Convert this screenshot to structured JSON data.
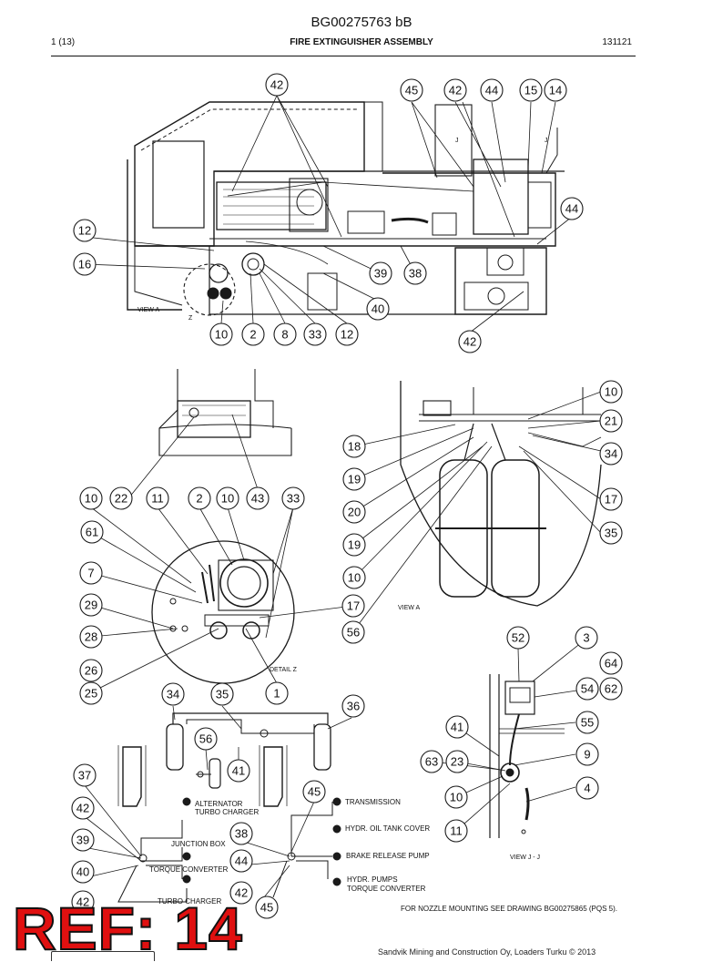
{
  "header": {
    "document_number": "BG00275763 bB",
    "page": "1 (13)",
    "title": "FIRE EXTINGUISHER ASSEMBLY",
    "date_code": "131121"
  },
  "view_labels": {
    "view_a_top": "VIEW A",
    "z": "Z",
    "j_left": "J",
    "j_right": "J",
    "view_a_bottom": "VIEW A",
    "detail_z": "DETAIL Z",
    "view_j": "VIEW J - J"
  },
  "schematic_labels": {
    "alternator": "ALTERNATOR",
    "turbo_charger_1": "TURBO CHARGER",
    "junction_box": "JUNCTION BOX",
    "torque_converter_1": "TORQUE CONVERTER",
    "turbo_charger_2": "TURBO CHARGER",
    "transmission": "TRANSMISSION",
    "hydr_oil_tank_cover": "HYDR. OIL TANK COVER",
    "brake_release_pump": "BRAKE RELEASE PUMP",
    "hydr_pumps": "HYDR. PUMPS",
    "torque_converter_2": "TORQUE CONVERTER"
  },
  "nozzle_note": "FOR NOZZLE MOUNTING SEE DRAWING BG00275865 (PQS 5).",
  "ref_banner": "REF: 14",
  "footer_text": "Sandvik Mining and Construction Oy, Loaders Turku © 2013",
  "callouts": {
    "main_view": [
      "42",
      "45",
      "42",
      "44",
      "15",
      "14",
      "44",
      "12",
      "16",
      "39",
      "38",
      "40",
      "10",
      "2",
      "8",
      "33",
      "12",
      "42"
    ],
    "detail_z": [
      "10",
      "22",
      "11",
      "2",
      "10",
      "43",
      "33",
      "61",
      "7",
      "29",
      "28",
      "26",
      "25",
      "1",
      "17",
      "56"
    ],
    "view_a": [
      "10",
      "21",
      "34",
      "18",
      "19",
      "20",
      "17",
      "35",
      "19",
      "10"
    ],
    "view_j": [
      "52",
      "3",
      "64",
      "54",
      "62",
      "41",
      "55",
      "9",
      "63",
      "23",
      "4",
      "10",
      "11"
    ],
    "schematic": [
      "34",
      "35",
      "36",
      "56",
      "41",
      "37",
      "42",
      "45",
      "39",
      "38",
      "44",
      "40",
      "42",
      "42",
      "45"
    ]
  }
}
